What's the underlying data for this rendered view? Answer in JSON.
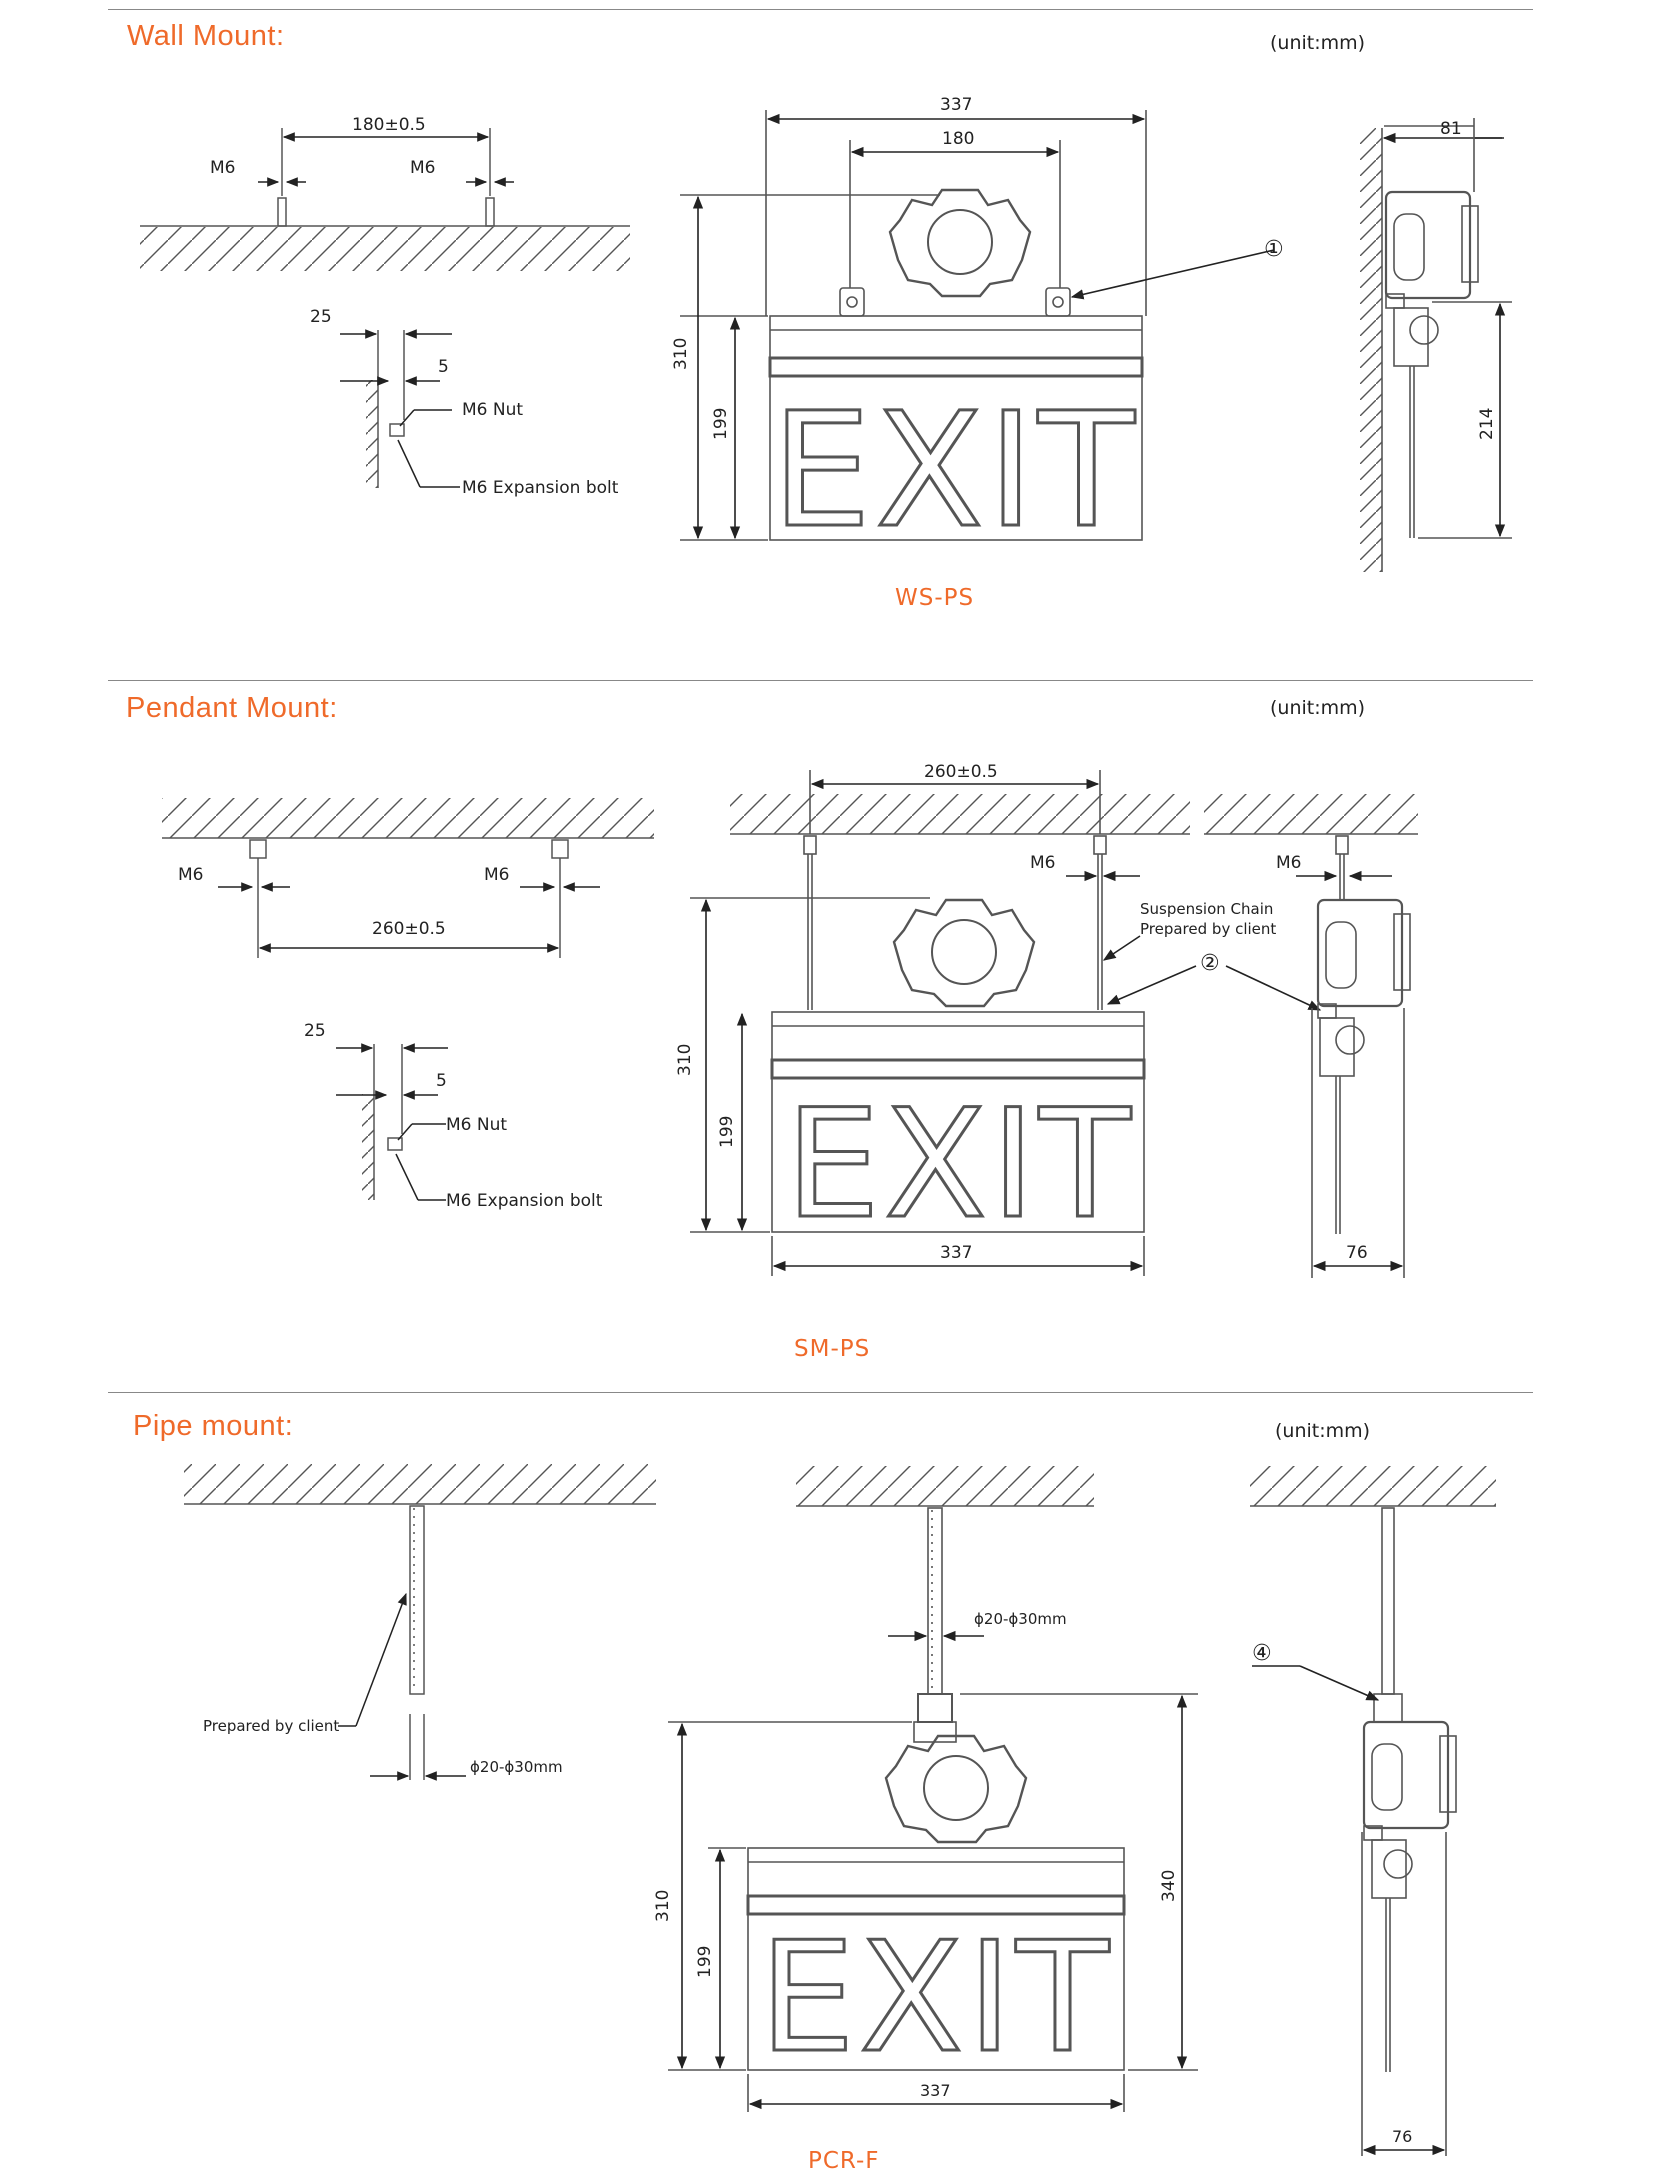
{
  "sections": {
    "wall": {
      "title": "Wall Mount:",
      "unit": "(unit:mm)",
      "model": "WS-PS",
      "labels": {
        "spacing": "180±0.5",
        "m6_left": "M6",
        "m6_right": "M6",
        "d25": "25",
        "d5": "5",
        "nut": "M6  Nut",
        "bolt": "M6 Expansion bolt",
        "width": "337",
        "hole_spacing": "180",
        "height": "310",
        "sign_height": "199",
        "callout": "①",
        "depth": "81",
        "side_height": "214",
        "sign_text": "EXIT"
      }
    },
    "pendant": {
      "title": "Pendant Mount:",
      "unit": "(unit:mm)",
      "model": "SM-PS",
      "labels": {
        "m6_left": "M6",
        "m6_right": "M6",
        "spacing": "260±0.5",
        "d25": "25",
        "d5": "5",
        "nut": "M6  Nut",
        "bolt": "M6 Expansion bolt",
        "top_spacing": "260±0.5",
        "m6_front": "M6",
        "chain_line1": "Suspension Chain",
        "chain_line2": "Prepared by client",
        "callout": "②",
        "height": "310",
        "sign_height": "199",
        "width": "337",
        "m6_side": "M6",
        "side_depth": "76",
        "sign_text": "EXIT"
      }
    },
    "pipe": {
      "title": "Pipe mount:",
      "unit": "(unit:mm)",
      "model": "PCR-F",
      "labels": {
        "prepared": "Prepared by client",
        "pipe_dia_left": "ϕ20-ϕ30mm",
        "pipe_dia_front": "ϕ20-ϕ30mm",
        "height": "310",
        "sign_height": "199",
        "total_height": "340",
        "width": "337",
        "callout": "④",
        "side_depth": "76",
        "sign_text": "EXIT"
      }
    }
  },
  "colors": {
    "accent": "#ef6a2a",
    "line": "#555555",
    "dim": "#222222",
    "rule": "#888888"
  }
}
